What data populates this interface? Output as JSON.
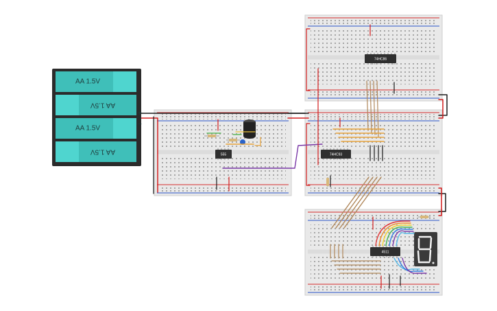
{
  "battery_pack": {
    "cells": [
      {
        "label": "AA 1.5V",
        "flipped": false
      },
      {
        "label": "AA 1.5V",
        "flipped": true
      },
      {
        "label": "AA 1.5V",
        "flipped": false
      },
      {
        "label": "AA 1.5V",
        "flipped": true
      }
    ],
    "terminal_positive": "+",
    "terminal_negative": "−"
  },
  "chips": {
    "timer": "555",
    "counter": "74HC93",
    "xor": "74HC86",
    "decoder": "4511"
  },
  "colors": {
    "breadboard": "#e9e9e9",
    "rail_red": "#d52b2b",
    "rail_blue": "#2b55c9",
    "hole": "#9a9a9a",
    "battery_case": "#2b2b2b",
    "battery_cell": "#3fbfb9",
    "battery_cap": "#4fd5cf",
    "chip_body": "#2f2f2f",
    "wire_black": "#1a1a1a",
    "wire_red": "#d41d1d",
    "wire_brown": "#b0875a",
    "wire_orange": "#e8a33a",
    "wire_purple": "#7b3aa8",
    "seven_segment_body": "#3a3a3a",
    "seven_segment_on": "#f2f2f2"
  },
  "icons": {
    "capacitor": "electrolytic-capacitor-icon",
    "transistor": "transistor-icon",
    "resistor": "resistor-icon",
    "display": "seven-segment-display-icon"
  }
}
